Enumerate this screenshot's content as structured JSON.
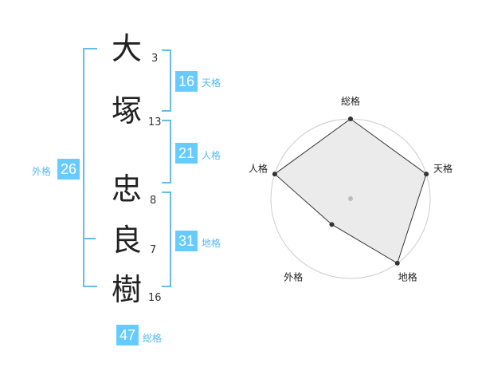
{
  "characters": [
    {
      "char": "大",
      "strokes": "3"
    },
    {
      "char": "塚",
      "strokes": "13"
    },
    {
      "char": "忠",
      "strokes": "8"
    },
    {
      "char": "良",
      "strokes": "7"
    },
    {
      "char": "樹",
      "strokes": "16"
    }
  ],
  "fortunes": {
    "tenkaku": {
      "value": "16",
      "label": "天格"
    },
    "jinkaku": {
      "value": "21",
      "label": "人格"
    },
    "chikaku": {
      "value": "31",
      "label": "地格"
    },
    "gaikaku": {
      "value": "26",
      "label": "外格"
    },
    "soukaku": {
      "value": "47",
      "label": "総格"
    }
  },
  "radar": {
    "axes": [
      "総格",
      "天格",
      "地格",
      "外格",
      "人格"
    ],
    "values": [
      5,
      5,
      5,
      2,
      5
    ],
    "max": 5,
    "rings": 5
  },
  "colors": {
    "accent": "#66ccff",
    "bracket": "#66bbee",
    "radar_fill": "#e8e8e8",
    "radar_line": "#333333"
  }
}
